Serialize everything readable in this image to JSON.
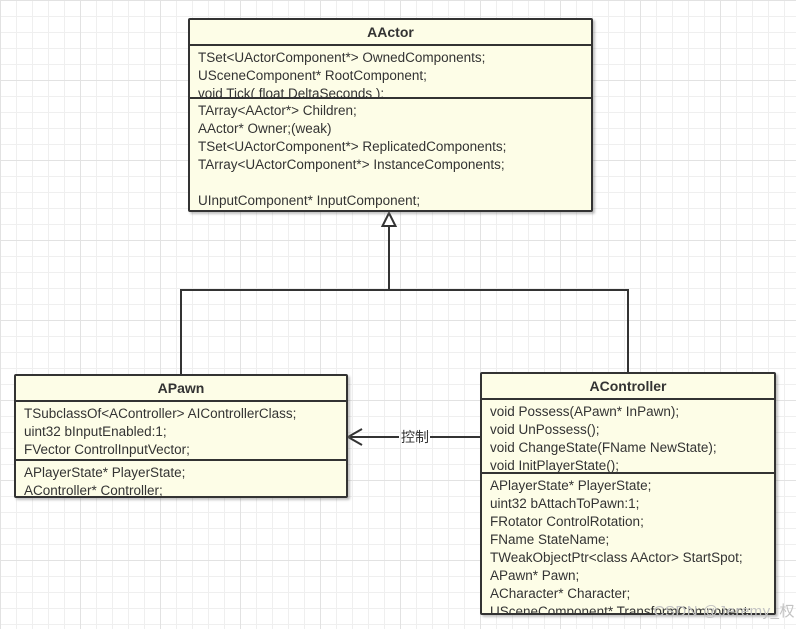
{
  "diagram": {
    "classes": [
      {
        "name": "AActor",
        "fields1": [
          "TSet<UActorComponent*> OwnedComponents;",
          "USceneComponent* RootComponent;",
          "void Tick( float DeltaSeconds );"
        ],
        "fields2": [
          "TArray<AActor*> Children;",
          "AActor* Owner;(weak)",
          "TSet<UActorComponent*> ReplicatedComponents;",
          "TArray<UActorComponent*> InstanceComponents;",
          "",
          "UInputComponent* InputComponent;"
        ]
      },
      {
        "name": "APawn",
        "fields1": [
          "TSubclassOf<AController> AIControllerClass;",
          "uint32 bInputEnabled:1;",
          "FVector ControlInputVector;"
        ],
        "fields2": [
          "APlayerState* PlayerState;",
          "AController* Controller;"
        ]
      },
      {
        "name": "AController",
        "fields1": [
          "void Possess(APawn* InPawn);",
          "void UnPossess();",
          "void ChangeState(FName NewState);",
          "void InitPlayerState();"
        ],
        "fields2": [
          "APlayerState* PlayerState;",
          "uint32 bAttachToPawn:1;",
          "FRotator ControlRotation;",
          "FName StateName;",
          "TWeakObjectPtr<class AActor> StartSpot;",
          "APawn* Pawn;",
          "ACharacter* Character;",
          "USceneComponent* TransformComponent;"
        ]
      }
    ],
    "edges": {
      "control_label": "控制"
    },
    "colors": {
      "box_fill": "#fdfde7",
      "box_border": "#333333",
      "grid_minor": "#efefef",
      "grid_major": "#e2e2e2",
      "watermark": "#c3c3c3"
    }
  },
  "watermark": "CSDN @Jeremy_权"
}
